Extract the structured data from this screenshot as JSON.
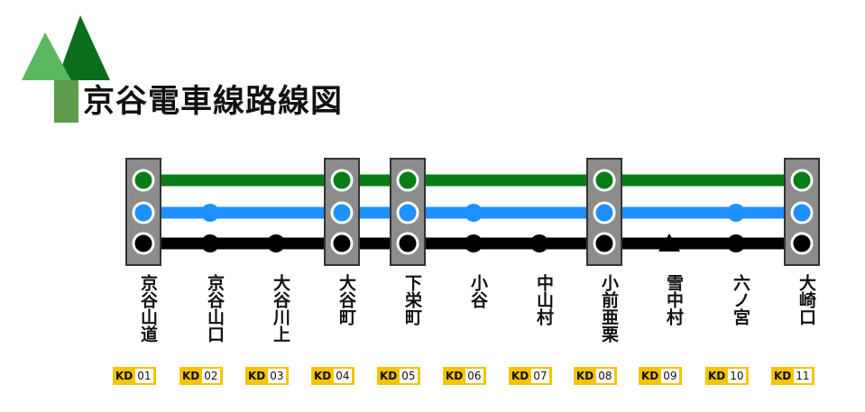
{
  "title": "京谷電車線路線図",
  "logo": {
    "icon": "tree-logo-icon",
    "colors": [
      "#0b6e1c",
      "#5bb85e",
      "#5a9c4a"
    ]
  },
  "lines": [
    {
      "name": "green-line",
      "color": "#0b7d17"
    },
    {
      "name": "blue-line",
      "color": "#1e90ff"
    },
    {
      "name": "black-line",
      "color": "#000000"
    }
  ],
  "stations": [
    {
      "name": "京谷山道",
      "prefix": "KD",
      "number": "01",
      "transfer": true,
      "lines": [
        "green",
        "blue",
        "black"
      ]
    },
    {
      "name": "京谷山口",
      "prefix": "KD",
      "number": "02",
      "transfer": false,
      "blue": "circle",
      "black": "circle"
    },
    {
      "name": "大谷川上",
      "prefix": "KD",
      "number": "03",
      "transfer": false,
      "blue": null,
      "black": "circle"
    },
    {
      "name": "大谷町",
      "prefix": "KD",
      "number": "04",
      "transfer": true
    },
    {
      "name": "下栄町",
      "prefix": "KD",
      "number": "05",
      "transfer": true
    },
    {
      "name": "小谷",
      "prefix": "KD",
      "number": "06",
      "transfer": false,
      "blue": "circle",
      "black": "circle"
    },
    {
      "name": "中山村",
      "prefix": "KD",
      "number": "07",
      "transfer": false,
      "blue": null,
      "black": "circle"
    },
    {
      "name": "小前亜栗",
      "prefix": "KD",
      "number": "08",
      "transfer": true
    },
    {
      "name": "雪中村",
      "prefix": "KD",
      "number": "09",
      "transfer": false,
      "blue": null,
      "black": "triangle"
    },
    {
      "name": "六ノ宮",
      "prefix": "KD",
      "number": "10",
      "transfer": false,
      "blue": "circle",
      "black": "circle"
    },
    {
      "name": "大崎口",
      "prefix": "KD",
      "number": "11",
      "transfer": true
    }
  ]
}
